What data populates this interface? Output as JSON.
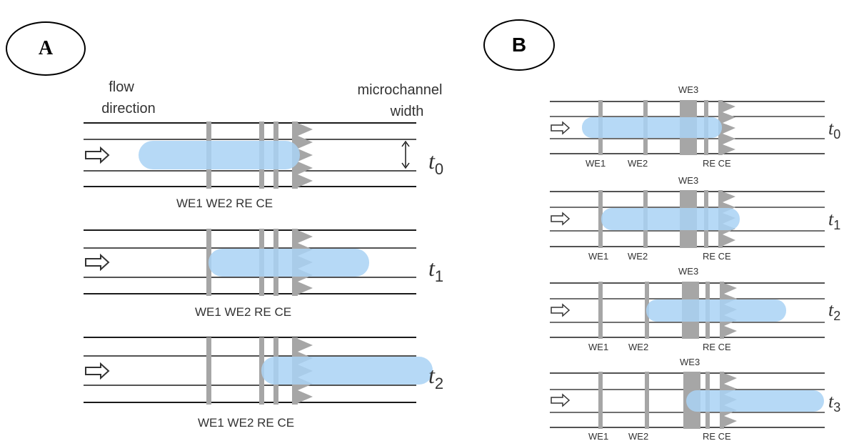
{
  "panel_a": {
    "label": "A",
    "flow_label_line1": "flow",
    "flow_label_line2": "direction",
    "width_label_line1": "microchannel",
    "width_label_line2": "width",
    "electrodes": "WE1 WE2 RE CE",
    "time_labels": [
      {
        "t": "t",
        "sub": "0"
      },
      {
        "t": "t",
        "sub": "1"
      },
      {
        "t": "t",
        "sub": "2"
      }
    ]
  },
  "panel_b": {
    "label": "B",
    "top_electrode": "WE3",
    "we1": "WE1",
    "we2": "WE2",
    "rece": "RE CE",
    "time_labels": [
      {
        "t": "t",
        "sub": "0"
      },
      {
        "t": "t",
        "sub": "1"
      },
      {
        "t": "t",
        "sub": "2"
      },
      {
        "t": "t",
        "sub": "3"
      }
    ]
  },
  "colors": {
    "channel_line": "#1a1a1a",
    "electrode": "#a6a6a6",
    "plug": "#a9d2f5",
    "arrow": "#333333"
  }
}
